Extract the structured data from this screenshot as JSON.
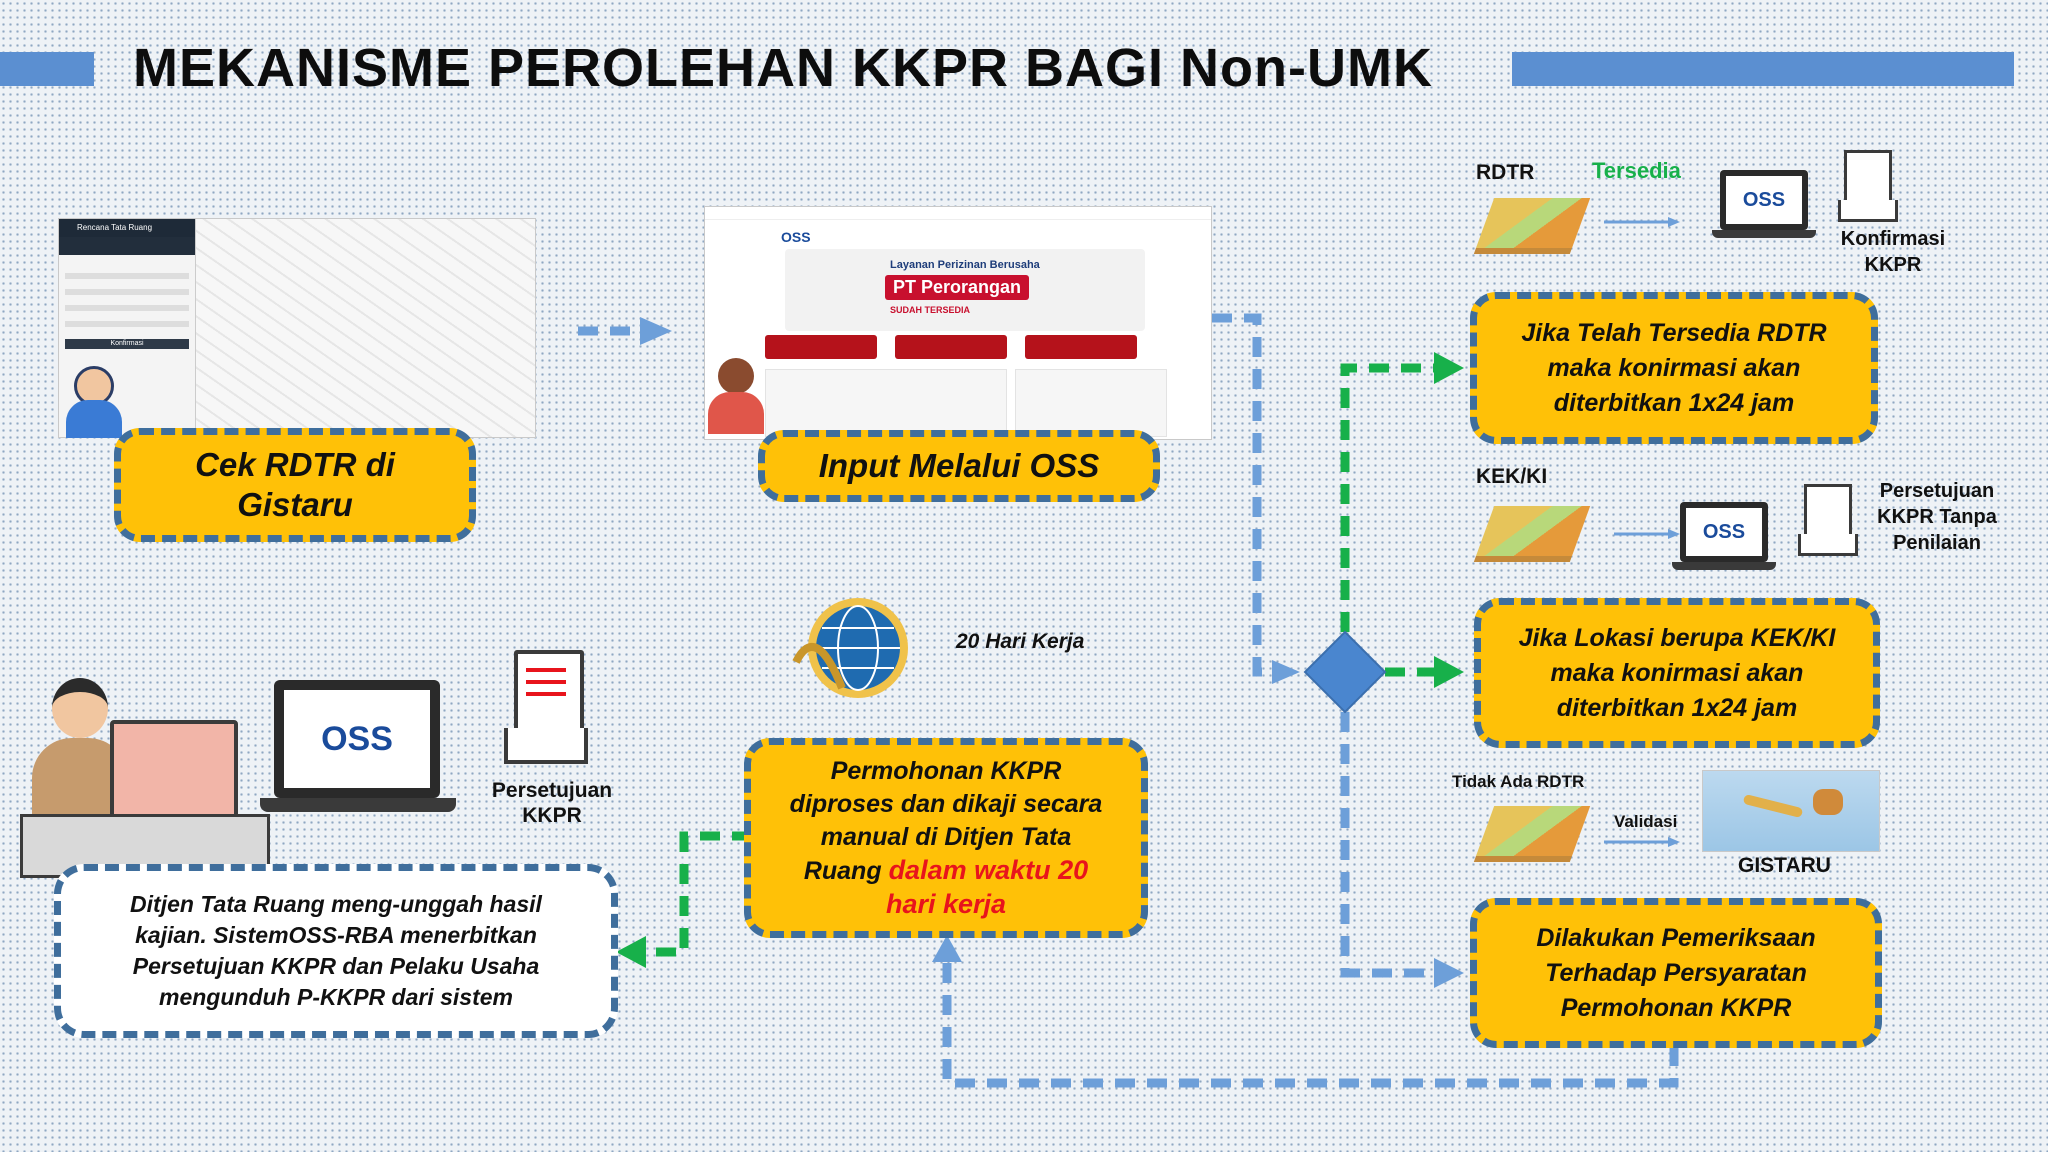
{
  "title": "MEKANISME PEROLEHAN KKPR BAGI Non-UMK",
  "colors": {
    "accent_blue": "#5b8fd1",
    "box_yellow": "#ffc107",
    "dash_blue": "#3f6e9c",
    "green": "#17b04a",
    "red": "#e8141c"
  },
  "steps": {
    "cek_rdtr": "Cek RDTR di Gistaru",
    "input_oss": "Input Melalui OSS",
    "permohonan_a": "Permohonan KKPR diproses dan dikaji secara manual di Ditjen Tata Ruang",
    "permohonan_b": "dalam waktu 20 hari kerja",
    "ditjen": "Ditjen Tata Ruang meng-unggah hasil kajian. SistemOSS-RBA menerbitkan Persetujuan KKPR dan Pelaku Usaha mengunduh P-KKPR dari sistem"
  },
  "hari_kerja": "20 Hari Kerja",
  "persetujuan_kkpr": "Persetujuan KKPR",
  "branches": {
    "rdtr": {
      "label": "RDTR",
      "status": "Tersedia",
      "result": "Konfirmasi KKPR",
      "box": "Jika Telah Tersedia RDTR maka konirmasi akan diterbitkan 1x24 jam"
    },
    "kek": {
      "label": "KEK/KI",
      "result": "Persetujuan KKPR Tanpa Penilaian",
      "box": "Jika Lokasi berupa KEK/KI maka konirmasi akan diterbitkan 1x24 jam"
    },
    "tidak": {
      "label": "Tidak Ada RDTR",
      "step": "Validasi",
      "result": "GISTARU",
      "box": "Dilakukan Pemeriksaan Terhadap Persyaratan Permohonan KKPR"
    }
  },
  "gistaru_screen": {
    "header": "Rencana Tata Ruang",
    "button": "Konfirmasi"
  },
  "oss_screen": {
    "logo": "OSS",
    "banner_title": "Layanan Perizinan Berusaha",
    "banner_main": "PT Perorangan",
    "banner_sub": "SUDAH TERSEDIA"
  },
  "oss_logo": "OSS"
}
